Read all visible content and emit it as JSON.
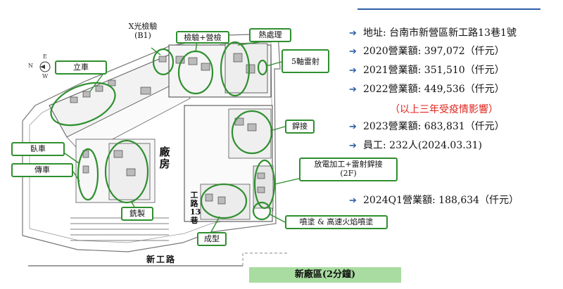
{
  "labels": {
    "xray": "X光檢驗\n(B1)",
    "inspection": "檢驗+營檢",
    "heat": "熱處理",
    "laser5": "5軸雷射",
    "vertical": "立車",
    "horizontal": "臥車",
    "lathe": "傳車",
    "welding": "銲接",
    "edm": "放電加工+雷射銲接\n(2F)",
    "milling": "銑製",
    "spray": "噴塗 & 高速火焰噴塗",
    "forming": "成型",
    "plant": "廠房",
    "lane13": "工路13巷",
    "road": "新工路",
    "new_plant": "新廠區(2分鐘)",
    "compass_e": "E",
    "compass_n": "N",
    "compass_w": "W"
  },
  "info": {
    "address": "地址: 台南市新營區新工路13巷1號",
    "rev2020": "2020營業額: 397,072（仟元）",
    "rev2021": "2021營業額: 351,510（仟元）",
    "rev2022": "2022營業額: 449,536（仟元）",
    "note": "（以上三年受疫情影響）",
    "rev2023": "2023營業額: 683,831（仟元）",
    "staff": "員工: 232人(2024.03.31)",
    "rev2024q1": "2024Q1營業額: 188,634（仟元）"
  },
  "colors": {
    "accent_blue": "#2e5fa8",
    "highlight_green": "#2f8f2f",
    "note_red": "#e0221b",
    "new_plant_bg": "#a9dca0"
  }
}
